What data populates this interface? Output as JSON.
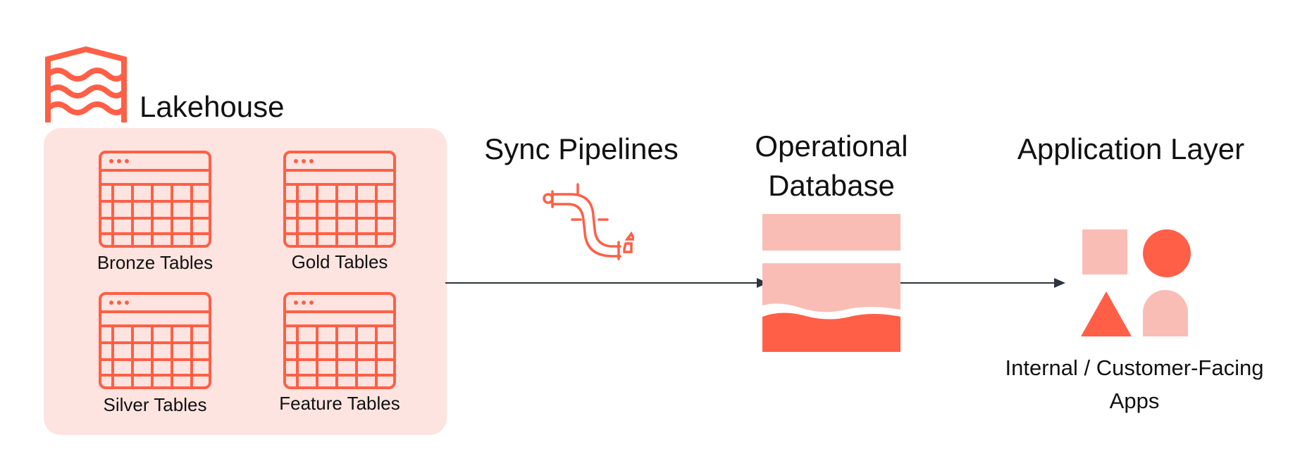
{
  "lakehouse": {
    "title": "Lakehouse",
    "tables": [
      {
        "label": "Bronze Tables",
        "icon": "table-icon"
      },
      {
        "label": "Gold Tables",
        "icon": "table-icon"
      },
      {
        "label": "Silver Tables",
        "icon": "table-icon"
      },
      {
        "label": "Feature Tables",
        "icon": "table-icon"
      }
    ],
    "icon": "lakehouse-icon"
  },
  "sync": {
    "title": "Sync Pipelines",
    "icon": "pipeline-icon"
  },
  "database": {
    "title_line1": "Operational",
    "title_line2": "Database",
    "icon": "database-icon"
  },
  "application": {
    "title": "Application Layer",
    "apps_line1": "Internal / Customer-Facing",
    "apps_line2": "Apps",
    "icon": "shapes-icon"
  },
  "colors": {
    "accent": "#ff5f46",
    "accent_light": "#f9bdb6",
    "panel_bg": "#fde4e0",
    "arrow": "#2b3440"
  }
}
